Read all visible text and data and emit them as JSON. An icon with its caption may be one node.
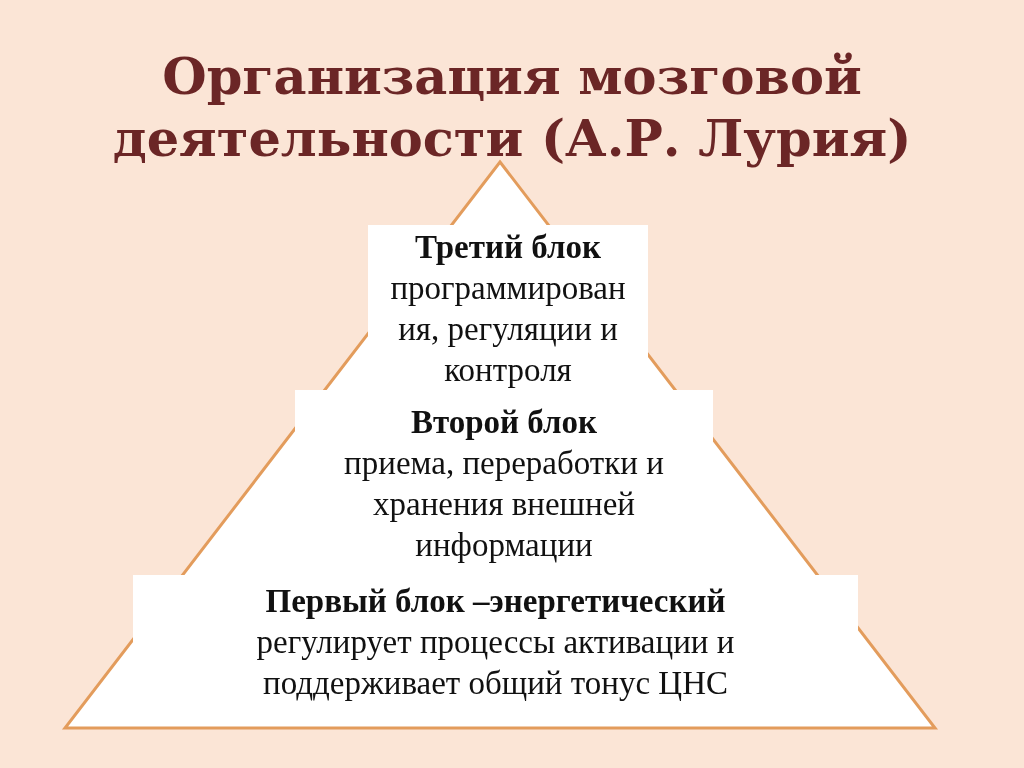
{
  "diagram": {
    "title": "Организация мозговой деятельности (А.Р. Лурия)",
    "nodes": [
      {
        "text": [
          "Третий блок",
          "программирования, регуляции и контроля"
        ]
      },
      {
        "text": [
          "Второй блок",
          "приема, переработки и хранения внешней информации"
        ]
      },
      {
        "text": [
          "Первый блок –энергетический",
          "регулирует процессы активации и поддерживает общий тонус ЦНС"
        ]
      }
    ]
  }
}
